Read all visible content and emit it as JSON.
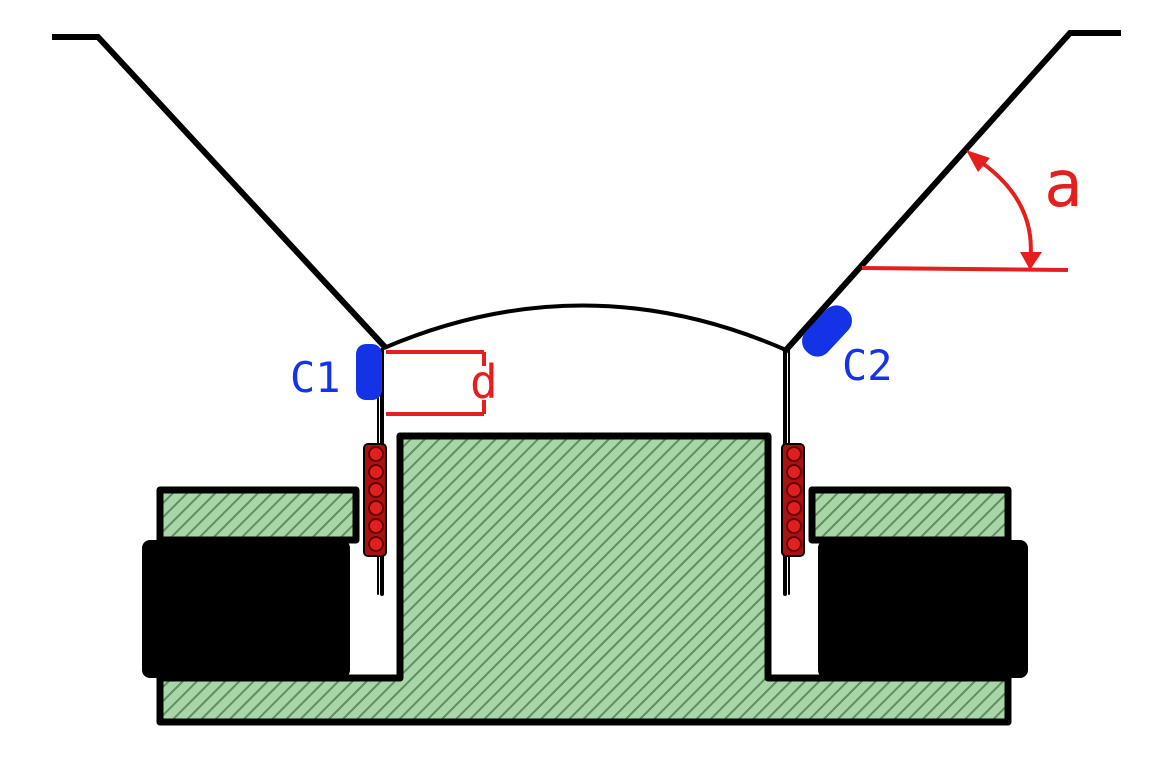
{
  "labels": {
    "c1": "C1",
    "c2": "C2",
    "d": "d",
    "a": "a"
  },
  "colors": {
    "outline": "#000000",
    "hatch_fill": "#a9d6a8",
    "hatch_line": "#5e8f5e",
    "magnet": "#000000",
    "coil": "#e02020",
    "contact": "#1432e6",
    "dimension": "#e61e1e",
    "background": "#ffffff"
  }
}
